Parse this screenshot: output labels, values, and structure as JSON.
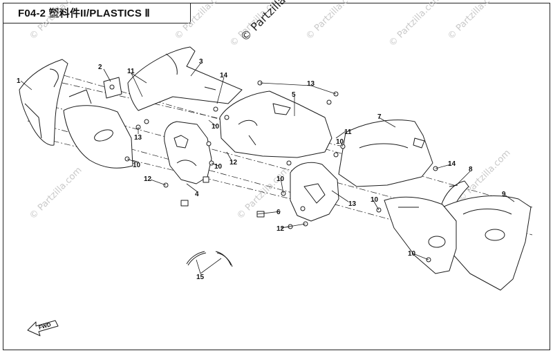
{
  "header": {
    "title": "F04-2  塑料件II/PLASTICS Ⅱ"
  },
  "watermarks": {
    "main": "© Partzilla.com",
    "faint": [
      "© Partzilla.com",
      "© Partzilla.com",
      "© Partzilla.com",
      "© Partzilla.com",
      "© Partzilla.com",
      "© Partzilla.com",
      "© Partzilla.com",
      "© Partzilla.com",
      "© Partzilla.com"
    ]
  },
  "direction_arrow": {
    "label": "FWD"
  },
  "callouts": {
    "c1": "1",
    "c2": "2",
    "c3": "3",
    "c4": "4",
    "c5": "5",
    "c6": "6",
    "c7": "7",
    "c8": "8",
    "c9": "9",
    "c10a": "10",
    "c10b": "10",
    "c10c": "10",
    "c10d": "10",
    "c10e": "10",
    "c10f": "10",
    "c10g": "10",
    "c11a": "11",
    "c11b": "11",
    "c12a": "12",
    "c12b": "12",
    "c12c": "12",
    "c13a": "13",
    "c13b": "13",
    "c13c": "13",
    "c14a": "14",
    "c14b": "14",
    "c15": "15"
  },
  "colors": {
    "line": "#1a1a1a",
    "watermark": "#c9c9c9",
    "fill": "#ffffff"
  }
}
